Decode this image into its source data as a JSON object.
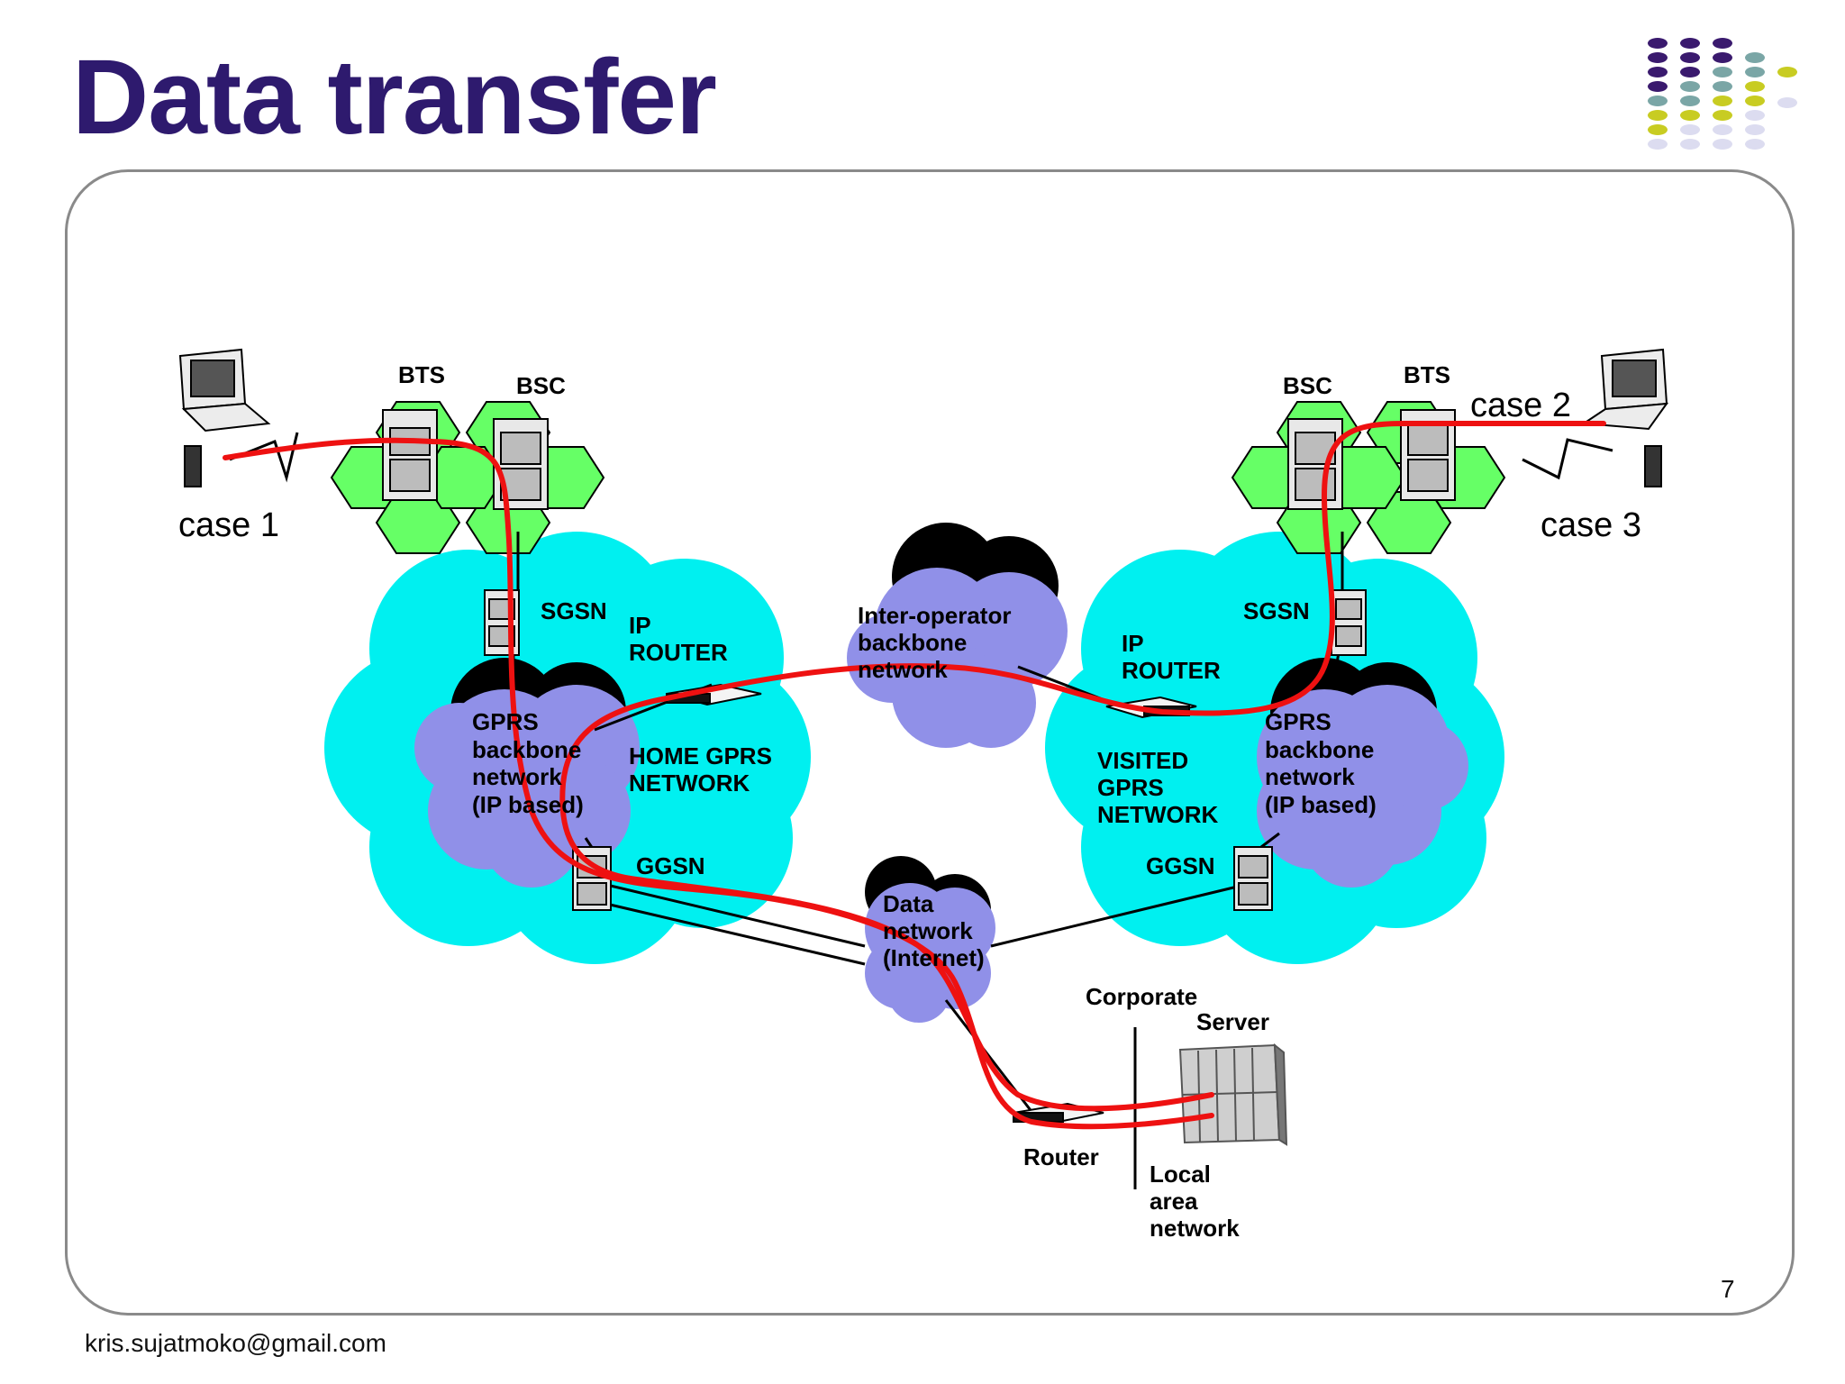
{
  "title": "Data transfer",
  "footer": "kris.sujatmoko@gmail.com",
  "page_number": "7",
  "colors": {
    "title": "#2e1a6e",
    "network_cloud": "#00f0f0",
    "backbone_cloud": "#9090e8",
    "cell_hex": "#66ff66",
    "data_path": "#ee1111"
  },
  "labels": {
    "bts_left": "BTS",
    "bsc_left": "BSC",
    "bsc_right": "BSC",
    "bts_right": "BTS",
    "case1": "case 1",
    "case2": "case 2",
    "case3": "case 3",
    "sgsn_left": "SGSN",
    "sgsn_right": "SGSN",
    "ip_left": "IP",
    "router_left": "ROUTER",
    "ip_right": "IP",
    "router_right": "ROUTER",
    "gprs_left": [
      "GPRS",
      "backbone",
      "network",
      "(IP based)"
    ],
    "gprs_right": [
      "GPRS",
      "backbone",
      "network",
      "(IP based)"
    ],
    "home_gprs": [
      "HOME GPRS",
      "NETWORK"
    ],
    "visited_gprs": [
      "VISITED",
      "GPRS",
      "NETWORK"
    ],
    "ggsn_left": "GGSN",
    "ggsn_right": "GGSN",
    "inter_operator": [
      "Inter-operator",
      "backbone",
      "network"
    ],
    "data_network": [
      "Data",
      "network",
      "(Internet)"
    ],
    "corporate": "Corporate",
    "server": "Server",
    "router": "Router",
    "lan": [
      "Local",
      "area",
      "network"
    ]
  },
  "logo_dot_colors": [
    "#3a1a6e",
    "#7aa6a6",
    "#c8cc22",
    "#dcdcf0"
  ]
}
